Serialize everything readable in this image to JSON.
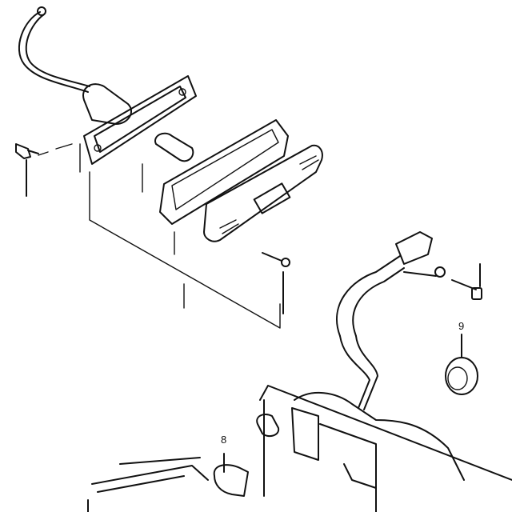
{
  "diagram": {
    "type": "exploded-parts-view",
    "callouts": [
      {
        "id": "part-9",
        "label": "9"
      },
      {
        "id": "part-8",
        "label": "8"
      }
    ],
    "line_color": "#111111",
    "background": "#ffffff"
  }
}
